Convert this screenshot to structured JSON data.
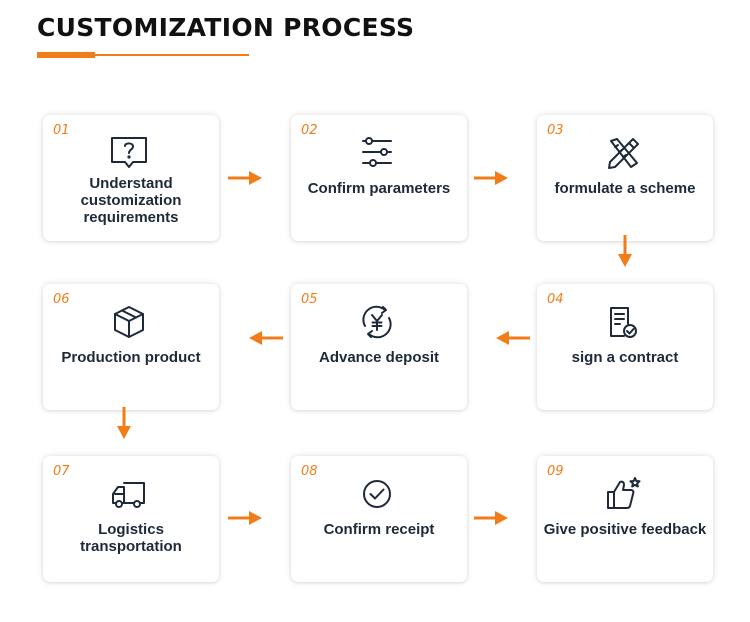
{
  "title": "CUSTOMIZATION PROCESS",
  "accent_color": "#f07d1a",
  "steps": [
    {
      "num": "01",
      "label": "Understand customization requirements",
      "icon": "question-bubble-icon"
    },
    {
      "num": "02",
      "label": "Confirm parameters",
      "icon": "sliders-icon"
    },
    {
      "num": "03",
      "label": "formulate a scheme",
      "icon": "pencil-ruler-icon"
    },
    {
      "num": "04",
      "label": "sign a contract",
      "icon": "contract-check-icon"
    },
    {
      "num": "05",
      "label": "Advance deposit",
      "icon": "yuan-cycle-icon"
    },
    {
      "num": "06",
      "label": "Production product",
      "icon": "box-icon"
    },
    {
      "num": "07",
      "label": "Logistics transportation",
      "icon": "truck-icon"
    },
    {
      "num": "08",
      "label": "Confirm receipt",
      "icon": "check-circle-icon"
    },
    {
      "num": "09",
      "label": "Give positive feedback",
      "icon": "thumbs-up-star-icon"
    }
  ]
}
